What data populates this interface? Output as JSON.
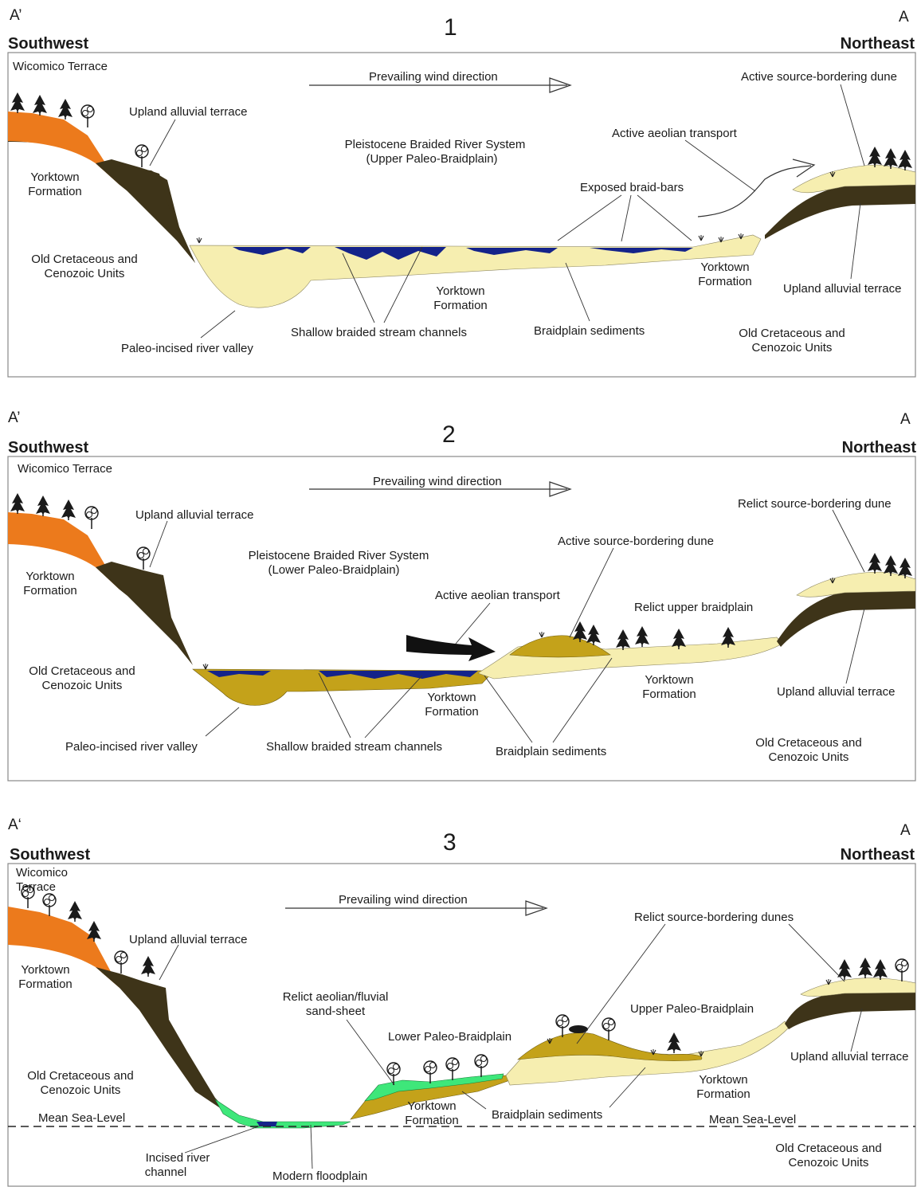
{
  "colors": {
    "panel_border": "#888888",
    "orange_terrace": "#ec7a1c",
    "dark_upland": "#3e3419",
    "pale_sediment": "#f6eeb0",
    "olive_sediment": "#c4a21a",
    "light_green": "#3ee77a",
    "water_blue": "#14238a",
    "tree": "#1a1a1a"
  },
  "panels": [
    {
      "number": "1",
      "section_left": "A’",
      "section_right": "A",
      "dir_left": "Southwest",
      "dir_right": "Northeast",
      "labels": {
        "wicomico_terrace": "Wicomico Terrace",
        "wind_direction": "Prevailing wind direction",
        "active_dune": "Active source-bordering dune",
        "upland_alluvial_terrace_left": "Upland alluvial terrace",
        "river_system_1": "Pleistocene Braided River System",
        "river_system_2": "(Upper Paleo-Braidplain)",
        "aeolian_transport": "Active aeolian transport",
        "yorktown_left_1": "Yorktown",
        "yorktown_left_2": "Formation",
        "exposed_braid_bars": "Exposed braid-bars",
        "old_units_left_1": "Old Cretaceous and",
        "old_units_left_2": "Cenozoic Units",
        "yorktown_center_1": "Yorktown",
        "yorktown_center_2": "Formation",
        "yorktown_right_1": "Yorktown",
        "yorktown_right_2": "Formation",
        "upland_alluvial_terrace_right": "Upland alluvial terrace",
        "shallow_channels": "Shallow braided stream channels",
        "braidplain_sediments": "Braidplain sediments",
        "old_units_right_1": "Old Cretaceous and",
        "old_units_right_2": "Cenozoic Units",
        "paleo_valley": "Paleo-incised river valley"
      }
    },
    {
      "number": "2",
      "section_left": "A’",
      "section_right": "A",
      "dir_left": "Southwest",
      "dir_right": "Northeast",
      "labels": {
        "wicomico_terrace": "Wicomico Terrace",
        "wind_direction": "Prevailing wind direction",
        "relict_dune": "Relict source-bordering dune",
        "upland_alluvial_terrace_left": "Upland alluvial terrace",
        "river_system_1": "Pleistocene Braided River System",
        "river_system_2": "(Lower Paleo-Braidplain)",
        "active_dune": "Active source-bordering dune",
        "yorktown_left_1": "Yorktown",
        "yorktown_left_2": "Formation",
        "aeolian_transport": "Active aeolian transport",
        "relict_upper_braidplain": "Relict upper braidplain",
        "old_units_left_1": "Old Cretaceous and",
        "old_units_left_2": "Cenozoic Units",
        "yorktown_right_1": "Yorktown",
        "yorktown_right_2": "Formation",
        "upland_alluvial_terrace_right": "Upland alluvial terrace",
        "yorktown_center_1": "Yorktown",
        "yorktown_center_2": "Formation",
        "paleo_valley": "Paleo-incised river valley",
        "shallow_channels": "Shallow braided stream channels",
        "braidplain_sediments": "Braidplain sediments",
        "old_units_right_1": "Old Cretaceous and",
        "old_units_right_2": "Cenozoic Units"
      }
    },
    {
      "number": "3",
      "section_left": "A‘",
      "section_right": "A",
      "dir_left": "Southwest",
      "dir_right": "Northeast",
      "labels": {
        "wicomico_1": "Wicomico",
        "wicomico_2": "Terrace",
        "wind_direction": "Prevailing wind direction",
        "relict_dunes": "Relict source-bordering dunes",
        "upland_alluvial_terrace_left": "Upland alluvial terrace",
        "yorktown_left_1": "Yorktown",
        "yorktown_left_2": "Formation",
        "sand_sheet_1": "Relict aeolian/fluvial",
        "sand_sheet_2": "sand-sheet",
        "upper_braidplain": "Upper Paleo-Braidplain",
        "lower_braidplain": "Lower Paleo-Braidplain",
        "upland_alluvial_terrace_right": "Upland alluvial terrace",
        "old_units_left_1": "Old Cretaceous and",
        "old_units_left_2": "Cenozoic Units",
        "yorktown_right_1": "Yorktown",
        "yorktown_right_2": "Formation",
        "yorktown_center_1": "Yorktown",
        "yorktown_center_2": "Formation",
        "braidplain_sediments": "Braidplain sediments",
        "msl_left": "Mean Sea-Level",
        "msl_right": "Mean Sea-Level",
        "incised_channel_1": "Incised river",
        "incised_channel_2": "channel",
        "old_units_right_1": "Old Cretaceous and",
        "old_units_right_2": "Cenozoic Units",
        "modern_floodplain": "Modern floodplain"
      }
    }
  ]
}
